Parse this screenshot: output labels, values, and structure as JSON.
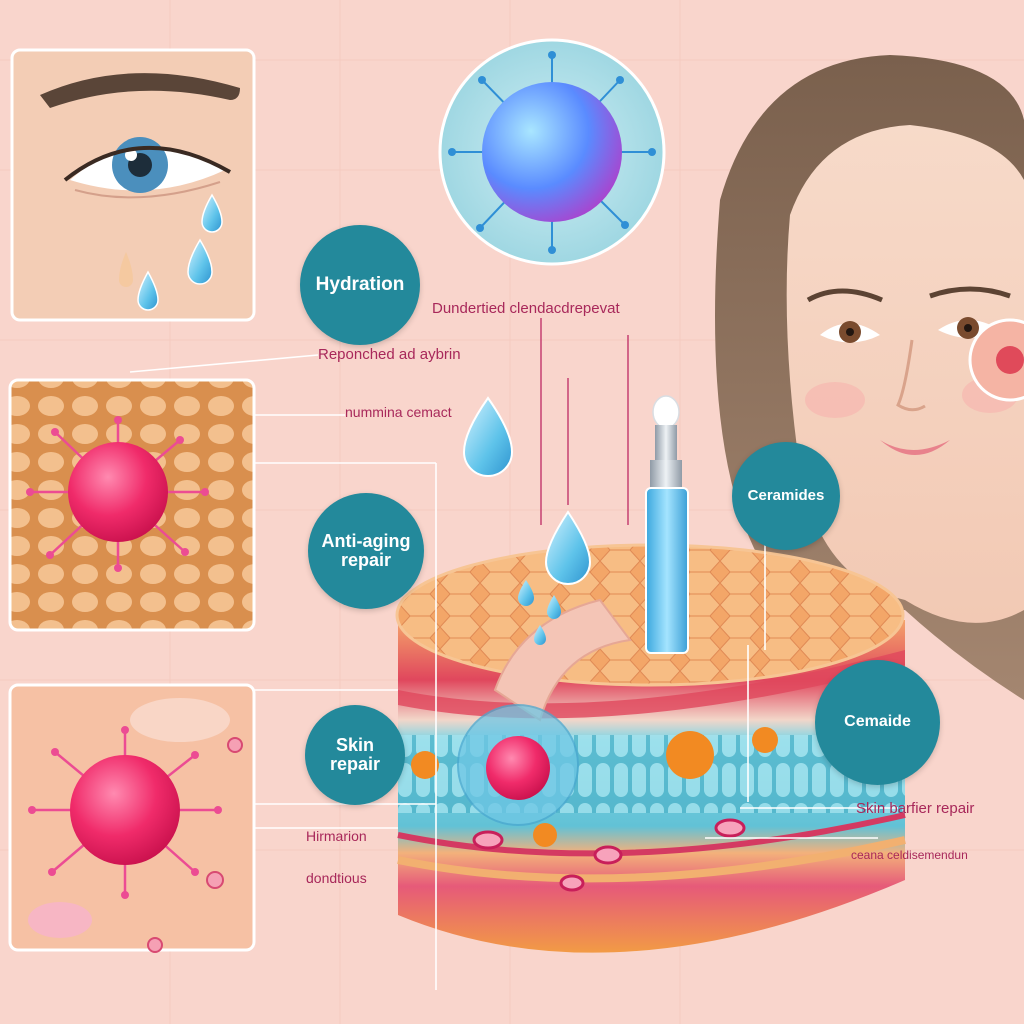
{
  "colors": {
    "background": "#f9d5cc",
    "badge": "#23899b",
    "label_text": "#a8285a",
    "cell_pink": "#f02b6a",
    "serum_blue": "#5ec3ea"
  },
  "badges": {
    "hydration": "Hydration",
    "anti_aging_line1": "Anti-aging",
    "anti_aging_line2": "repair",
    "skin_repair_line1": "Skin",
    "skin_repair_line2": "repair",
    "ceramides": "Ceramides",
    "cemaide": "Cemaide"
  },
  "labels": {
    "top_label": "Dundertied clendacdrepevat",
    "reponched": "Reponched ad aybrin",
    "nummina": "nummina cemact",
    "skin_barrier": "Skin barfier repair",
    "ceana": "ceana celdisemendun",
    "hirmarion": "Hirmarion",
    "dondtious": "dondtious"
  },
  "icons": {
    "eye_panel": "eye-closeup-icon",
    "molecule": "hydration-molecule-icon",
    "serum": "serum-bottle-icon",
    "skin_cross_section": "skin-layer-cross-section-icon"
  }
}
